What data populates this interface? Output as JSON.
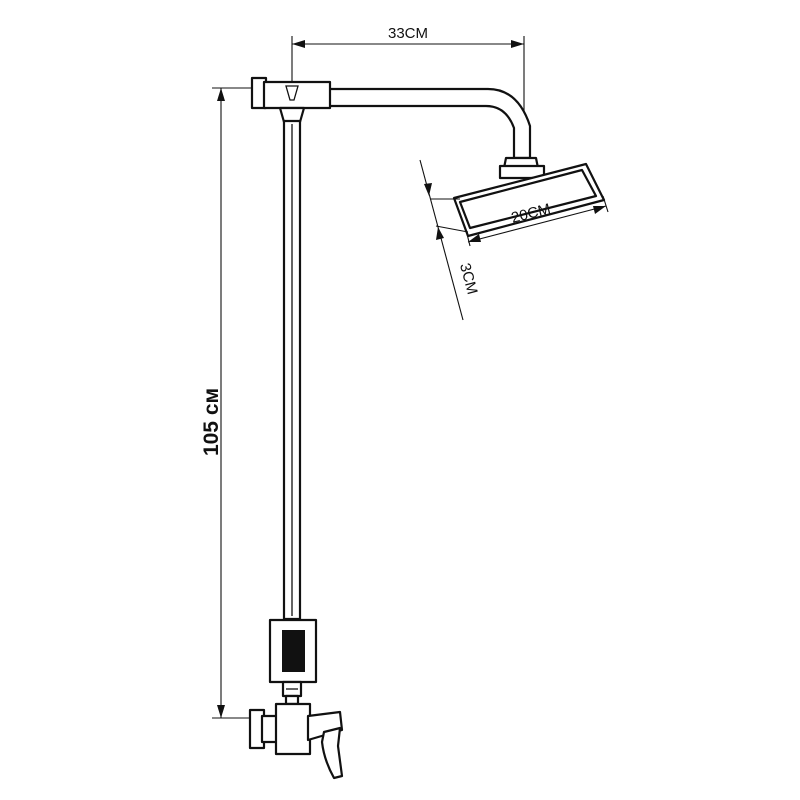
{
  "dimensions": {
    "arm_length": "33CM",
    "head_width": "20CM",
    "head_thickness": "3CM",
    "total_height": "105 см"
  },
  "colors": {
    "line": "#111111",
    "background": "#ffffff"
  }
}
